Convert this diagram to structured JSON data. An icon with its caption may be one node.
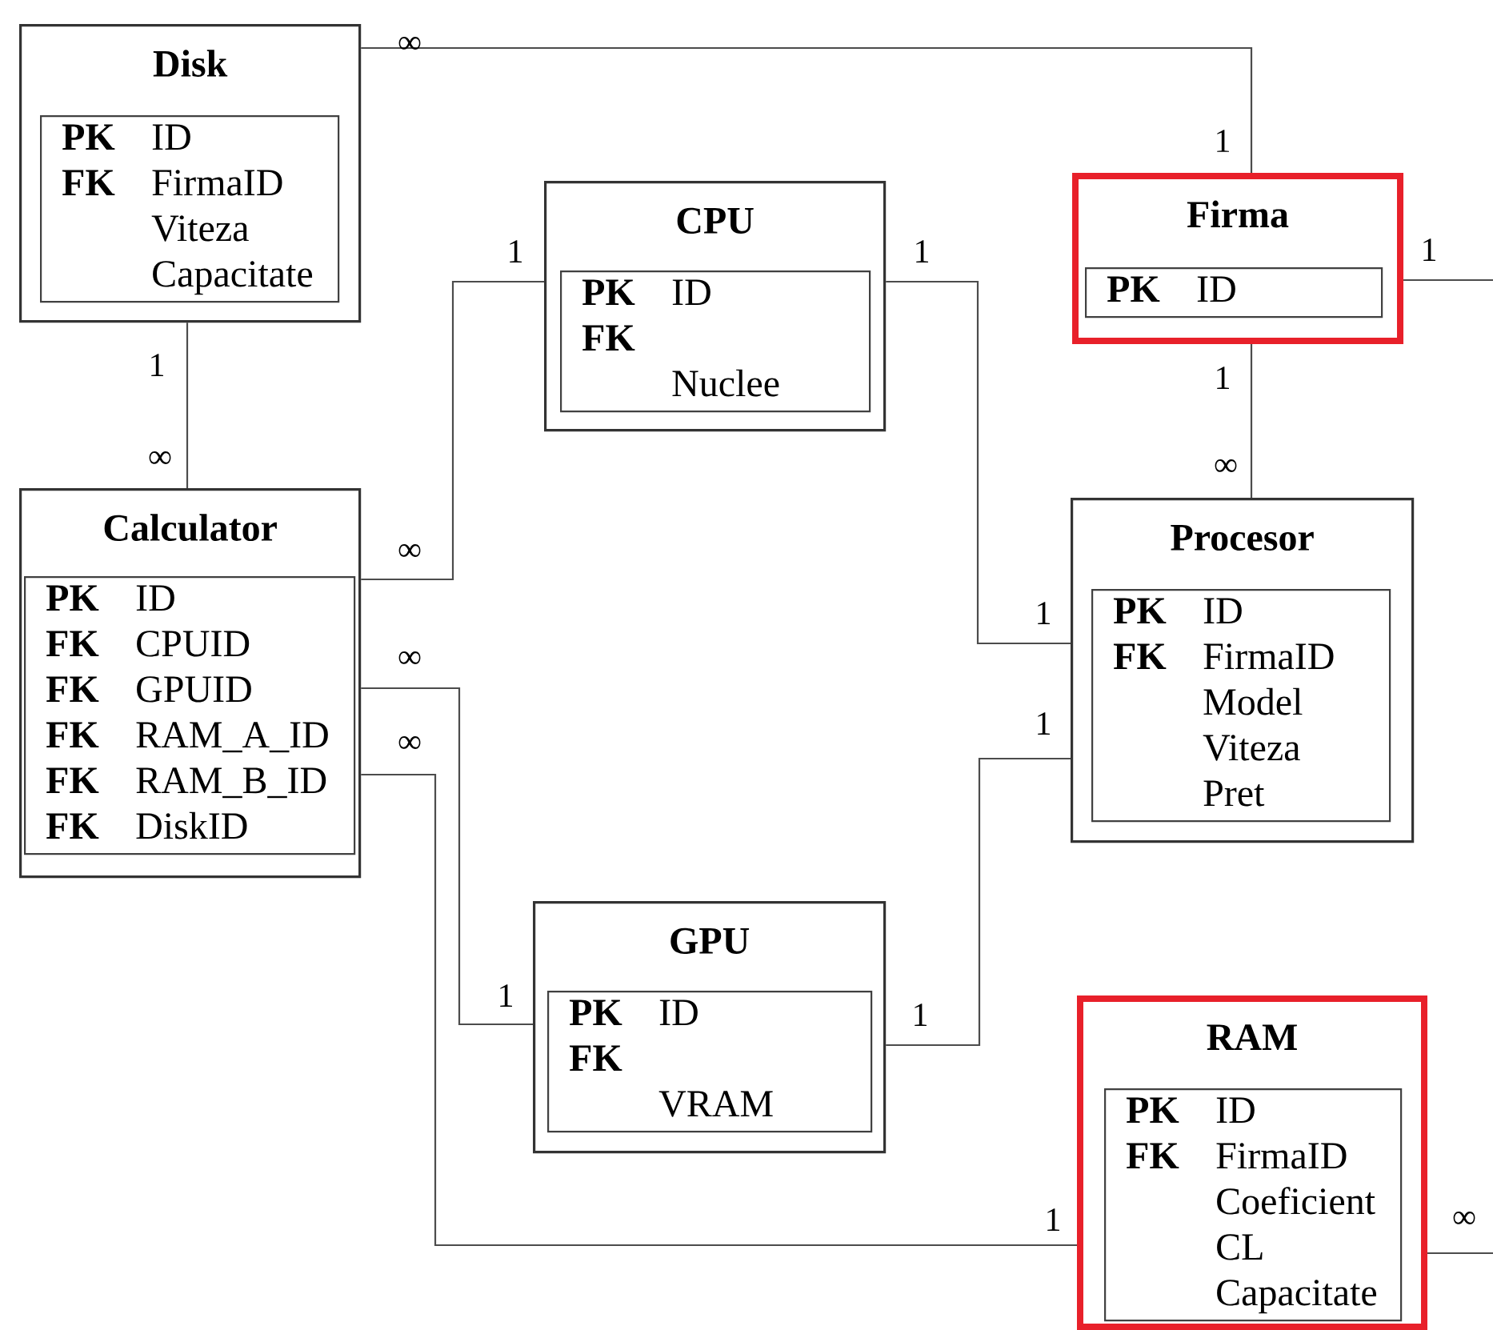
{
  "diagram": {
    "nodes": [
      {
        "text": [
          "Disk"
        ]
      },
      {
        "text": [
          "PK",
          "ID",
          "FK",
          "FirmaID",
          "Viteza",
          "Capacitate"
        ],
        "in": 0
      },
      {
        "text": [
          "CPU"
        ]
      },
      {
        "text": [
          "PK",
          "ID",
          "FK",
          "Nuclee"
        ],
        "in": 2
      },
      {
        "text": [
          "Firma"
        ]
      },
      {
        "text": [
          "PK",
          "ID"
        ],
        "in": 4
      },
      {
        "text": [
          "Calculator"
        ]
      },
      {
        "text": [
          "PK",
          "ID",
          "FK",
          "CPUID",
          "FK",
          "GPUID",
          "FK",
          "RAM_A_ID",
          "FK",
          "RAM_B_ID",
          "FK",
          "DiskID"
        ],
        "in": 6
      },
      {
        "text": [
          "Procesor"
        ]
      },
      {
        "text": [
          "PK",
          "ID",
          "FK",
          "FirmaID",
          "Model",
          "Viteza",
          "Pret"
        ],
        "in": 8
      },
      {
        "text": [
          "GPU"
        ]
      },
      {
        "text": [
          "PK",
          "ID",
          "FK",
          "VRAM"
        ],
        "in": 10
      },
      {
        "text": [
          "RAM"
        ]
      },
      {
        "text": [
          "PK",
          "ID",
          "FK",
          "FirmaID",
          "Coeficient",
          "CL",
          "Capacitate"
        ],
        "in": 12
      }
    ],
    "edges": [
      {
        "from": 0,
        "to": 4,
        "arrow": "none"
      },
      {
        "from": 0,
        "to": 6,
        "arrow": "none"
      },
      {
        "from": 2,
        "to": 6,
        "arrow": "none"
      },
      {
        "from": 2,
        "to": 8,
        "arrow": "none"
      },
      {
        "from": 4,
        "to": 8,
        "arrow": "none"
      },
      {
        "from": 4,
        "to": null,
        "arrow": "none"
      },
      {
        "from": 6,
        "to": 10,
        "arrow": "none"
      },
      {
        "from": 6,
        "to": 12,
        "arrow": "none"
      },
      {
        "from": 10,
        "to": 8,
        "arrow": "none"
      },
      {
        "from": 12,
        "to": null,
        "arrow": "none"
      }
    ],
    "labels": [
      "∞",
      "1",
      "1",
      "1",
      "1",
      "1",
      "1",
      "∞",
      "∞",
      "∞",
      "1",
      "∞",
      "1",
      "∞",
      "1",
      "1",
      "1",
      "∞"
    ]
  }
}
